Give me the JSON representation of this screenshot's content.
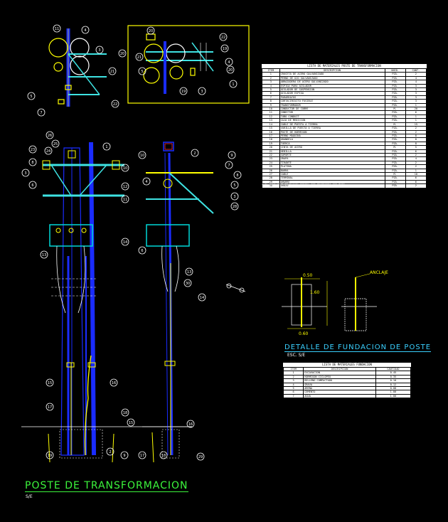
{
  "drawing": {
    "title": "POSTE DE TRANSFORMACION",
    "scale": "S/E",
    "foundation_title": "DETALLE DE FUNDACION DE POSTE",
    "foundation_scale": "ESC. S/E",
    "colors": {
      "background": "#000000",
      "pole": "#1a2cff",
      "hardware": "#ffff00",
      "brace": "#3ee3e3",
      "transformer": "#00d7d7",
      "callout": "#ffffff",
      "title_green": "#3cf53c",
      "title_cyan": "#3ad0ff",
      "frame": "#ffff00",
      "wire": "#ffffff"
    }
  },
  "materials_table": {
    "title": "LISTA DE MATERIALES POSTE DE TRANSFORMACION",
    "headers": [
      "ITEM",
      "DESCRIPCION",
      "UNID.",
      "CANT."
    ],
    "rows": [
      [
        "1",
        "CRUCETA DE ACERO GALVANIZADO",
        "PZA.",
        "2"
      ],
      [
        "2",
        "PERNO DE OJO GALVANIZADO",
        "PZA.",
        "4"
      ],
      [
        "3",
        "ABRAZADERA DE ACERO GALVANIZADO",
        "PZA.",
        "4"
      ],
      [
        "4",
        "ESPIGA PARA AISLADOR",
        "PZA.",
        "3"
      ],
      [
        "5",
        "AISLADOR DE SUSPENSION",
        "PZA.",
        "3"
      ],
      [
        "6",
        "AISLADOR ESPIGA",
        "PZA.",
        "3"
      ],
      [
        "7",
        "PARARRAYOS",
        "PZA.",
        "3"
      ],
      [
        "8",
        "CORTACIRCUITO FUSIBLE",
        "PZA.",
        "3"
      ],
      [
        "9",
        "TRANSFORMADOR",
        "PZA.",
        "1"
      ],
      [
        "10",
        "CONDUCTOR DE COBRE",
        "M.",
        "20"
      ],
      [
        "11",
        "CONECTOR",
        "PZA.",
        "6"
      ],
      [
        "12",
        "TUBO CONDUIT",
        "PZA.",
        "1"
      ],
      [
        "13",
        "CAJA DE MEDICION",
        "PZA.",
        "1"
      ],
      [
        "14",
        "CABLE DE PUESTA A TIERRA",
        "M.",
        "15"
      ],
      [
        "15",
        "VARILLA DE PUESTA A TIERRA",
        "PZA.",
        "2"
      ],
      [
        "16",
        "POSTE DE HORMIGON",
        "PZA.",
        "2"
      ],
      [
        "17",
        "PERNO MAQUINA",
        "PZA.",
        "8"
      ],
      [
        "18",
        "ARANDELA",
        "PZA.",
        "8"
      ],
      [
        "19",
        "TUERCA",
        "PZA.",
        "8"
      ],
      [
        "20",
        "CINTA DE ACERO",
        "M.",
        "5"
      ],
      [
        "21",
        "HEBILLA",
        "PZA.",
        "6"
      ],
      [
        "22",
        "SOPORTE",
        "PZA.",
        "2"
      ],
      [
        "23",
        "GRAPA",
        "PZA.",
        "4"
      ],
      [
        "24",
        "TIRANTE",
        "PZA.",
        "2"
      ],
      [
        "25",
        "PLATINA",
        "PZA.",
        "2"
      ],
      [
        "26",
        "BARRA",
        "PZA.",
        "1"
      ],
      [
        "27",
        "CABLE",
        "M.",
        "10"
      ],
      [
        "28",
        "TERMINAL",
        "PZA.",
        "6"
      ],
      [
        "29",
        "AMARRE",
        "PZA.",
        "6"
      ],
      [
        "30",
        "BRAZO",
        "PZA.",
        "2"
      ]
    ],
    "note": "* EL CONDUCTOR DE BAJADA DEBERA SER PROTEGIDO CON TUBO"
  },
  "foundation_table": {
    "title": "LISTA DE MATERIALES FUNDACION",
    "headers": [
      "ITEM",
      "DESCRIPCION",
      "CANTIDAD"
    ],
    "rows": [
      [
        "1",
        "EXCAVACION",
        "0.45"
      ],
      [
        "2",
        "HORMIGON CICLOPEO",
        "0.35"
      ],
      [
        "3",
        "RELLENO COMPACTADO",
        "0.10"
      ],
      [
        "4",
        "GRAVA",
        "0.12"
      ],
      [
        "5",
        "ARENA",
        "0.08"
      ],
      [
        "6",
        "CEMENTO",
        "1.00"
      ],
      [
        "7",
        "AGUA",
        "1.00"
      ]
    ]
  },
  "foundation_dims": {
    "top_width": "0.50",
    "depth": "1.60",
    "base": "0.60"
  },
  "callouts": {
    "detail_left": [
      "11",
      "4",
      "3",
      "20",
      "21",
      "5",
      "7",
      "22"
    ],
    "detail_right": [
      "20",
      "22",
      "19",
      "4",
      "21",
      "20",
      "5",
      "19",
      "3",
      "1"
    ],
    "pole_left": [
      "26",
      "25",
      "24",
      "23",
      "1",
      "8",
      "3",
      "6",
      "10",
      "12",
      "11",
      "13",
      "14",
      "15",
      "16",
      "17",
      "18",
      "19",
      "2",
      "9"
    ],
    "pole_right": [
      "10",
      "2",
      "9",
      "7",
      "8",
      "5",
      "3",
      "4",
      "28",
      "6",
      "13",
      "14",
      "15",
      "16",
      "17",
      "18",
      "29",
      "30"
    ],
    "anchor": "ANCLAJE"
  }
}
